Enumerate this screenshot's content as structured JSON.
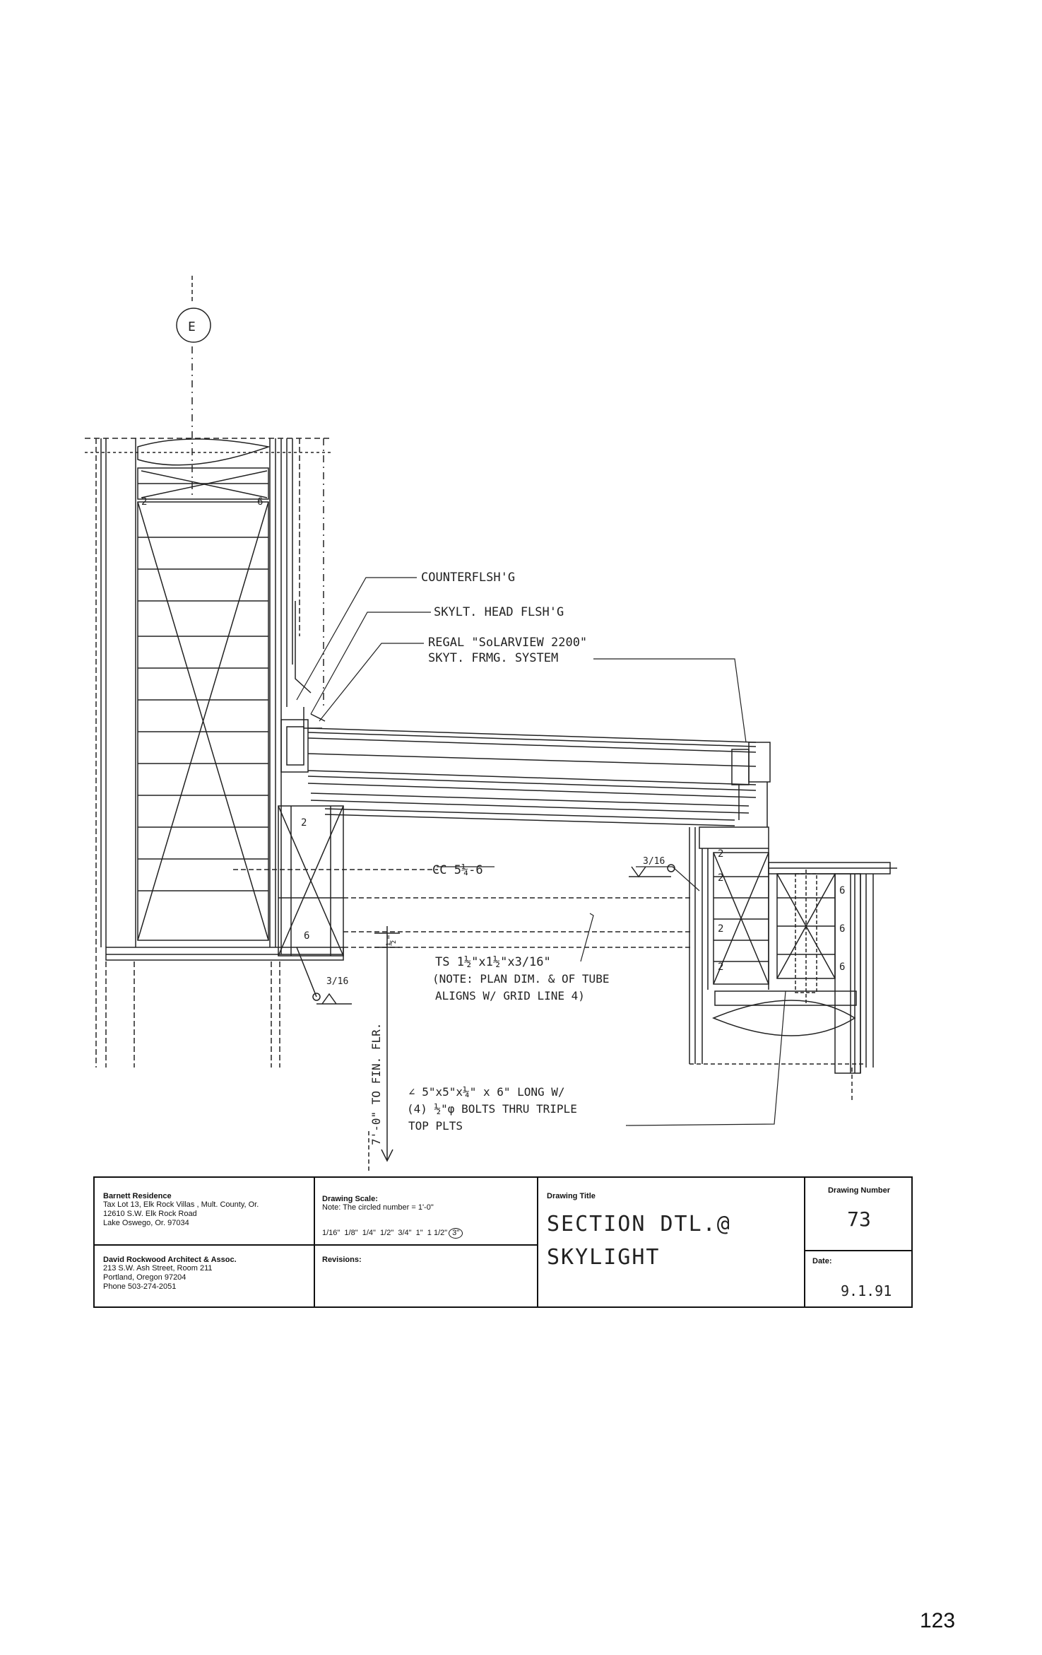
{
  "grid_bubble": "E",
  "annotations": {
    "counterflashing": "COUNTERFLSH'G",
    "head_flashing": "SKYLT. HEAD FLSH'G",
    "regal_line1": "REGAL \"SoLARVIEW 2200\"",
    "regal_line2": "SKYT. FRMG. SYSTEM",
    "cc": "CC 5¼-6",
    "weld_left": "3/16",
    "weld_right": "3/16",
    "ts_line1": "TS 1½\"x1½\"x3/16\"",
    "ts_line2": "(NOTE: PLAN DIM. & OF TUBE",
    "ts_line3": "ALIGNS W/ GRID LINE 4)",
    "angle_line1": "∠ 5\"x5\"x¼\" x 6\" LONG W/",
    "angle_line2": "(4) ½\"φ BOLTS THRU TRIPLE",
    "angle_line3": "TOP PLTS",
    "vertical_dim": "7'-0\" TO FIN. FLR.",
    "half_dim": "½\"",
    "stud_numbers": [
      "2",
      "6",
      "2",
      "6",
      "2",
      "2",
      "6",
      "2",
      "6",
      "2",
      "6"
    ]
  },
  "title_block": {
    "project_name": "Barnett Residence",
    "project_line2": "Tax Lot 13, Elk Rock Villas , Mult. County, Or.",
    "project_line3": "12610 S.W. Elk Rock Road",
    "project_line4": "Lake Oswego, Or. 97034",
    "scale_label": "Drawing Scale:",
    "scale_note": "Note: The circled number = 1'-0\"",
    "scale_values": "1/16\"  1/8\"  1/4\"  1/2\"  3/4\"  1\"  1 1/2\"",
    "scale_selected": "3\"",
    "title_label": "Drawing Title",
    "title_line1": "SECTION DTL.@",
    "title_line2": "SKYLIGHT",
    "number_label": "Drawing Number",
    "number": "73",
    "architect_name": "David Rockwood Architect & Assoc.",
    "architect_line2": "213 S.W. Ash Street, Room 211",
    "architect_line3": "Portland, Oregon 97204",
    "architect_line4": "Phone 503-274-2051",
    "revisions_label": "Revisions:",
    "date_label": "Date:",
    "date": "9.1.91"
  },
  "page_number": "123"
}
